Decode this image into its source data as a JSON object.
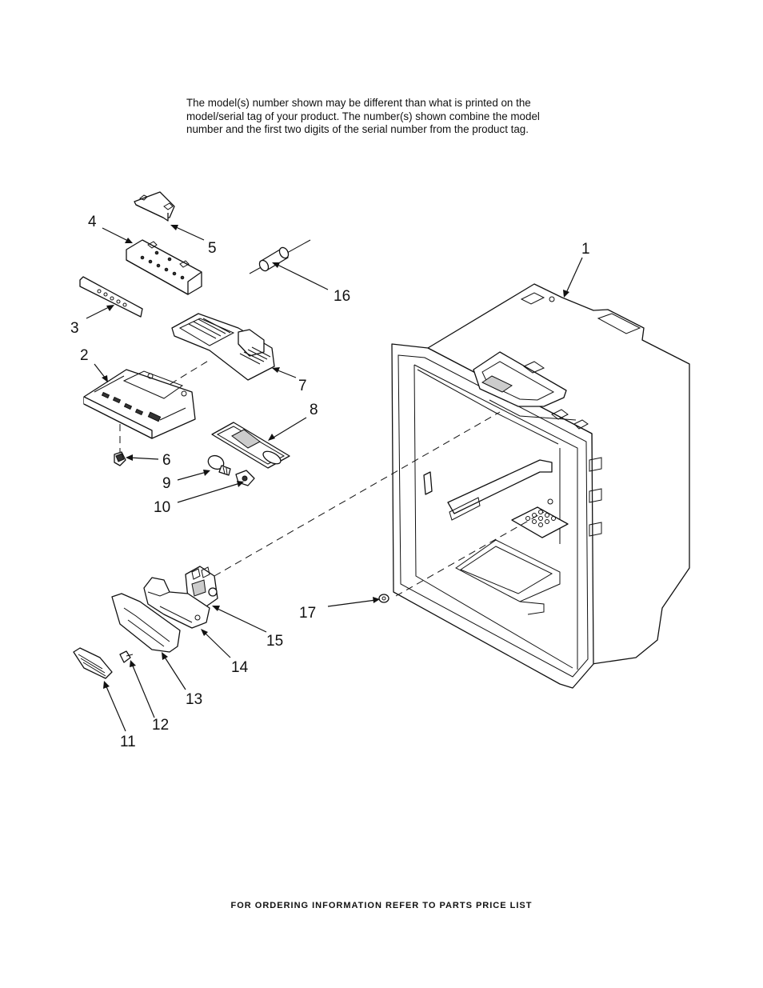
{
  "notice": {
    "line1": "The model(s) number shown may be different than what is printed on the",
    "line2": "model/serial tag of your product. The number(s) shown combine the model",
    "line3": "number and the first two digits of the serial number from the product tag."
  },
  "footer": "FOR ORDERING INFORMATION REFER TO PARTS PRICE LIST",
  "callouts": {
    "c1": "1",
    "c2": "2",
    "c3": "3",
    "c4": "4",
    "c5": "5",
    "c6": "6",
    "c7": "7",
    "c8": "8",
    "c9": "9",
    "c10": "10",
    "c11": "11",
    "c12": "12",
    "c13": "13",
    "c14": "14",
    "c15": "15",
    "c16": "16",
    "c17": "17"
  }
}
